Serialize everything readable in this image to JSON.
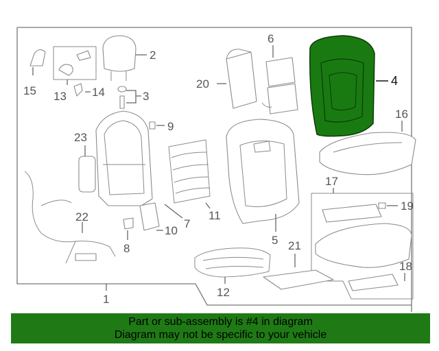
{
  "diagram": {
    "highlight_color": "#1a7a12",
    "highlighted_part": "4",
    "part_labels": {
      "p1": "1",
      "p2": "2",
      "p3": "3",
      "p4": "4",
      "p5": "5",
      "p6": "6",
      "p7": "7",
      "p8": "8",
      "p9": "9",
      "p10": "10",
      "p11": "11",
      "p12": "12",
      "p13": "13",
      "p14": "14",
      "p15": "15",
      "p16": "16",
      "p17": "17",
      "p18": "18",
      "p19": "19",
      "p20": "20",
      "p21": "21",
      "p22": "22",
      "p23": "23"
    }
  },
  "caption": {
    "line1": "Part or sub-assembly is #4 in diagram",
    "line2": "Diagram may not be specific to your vehicle",
    "background": "#1f7a16"
  }
}
